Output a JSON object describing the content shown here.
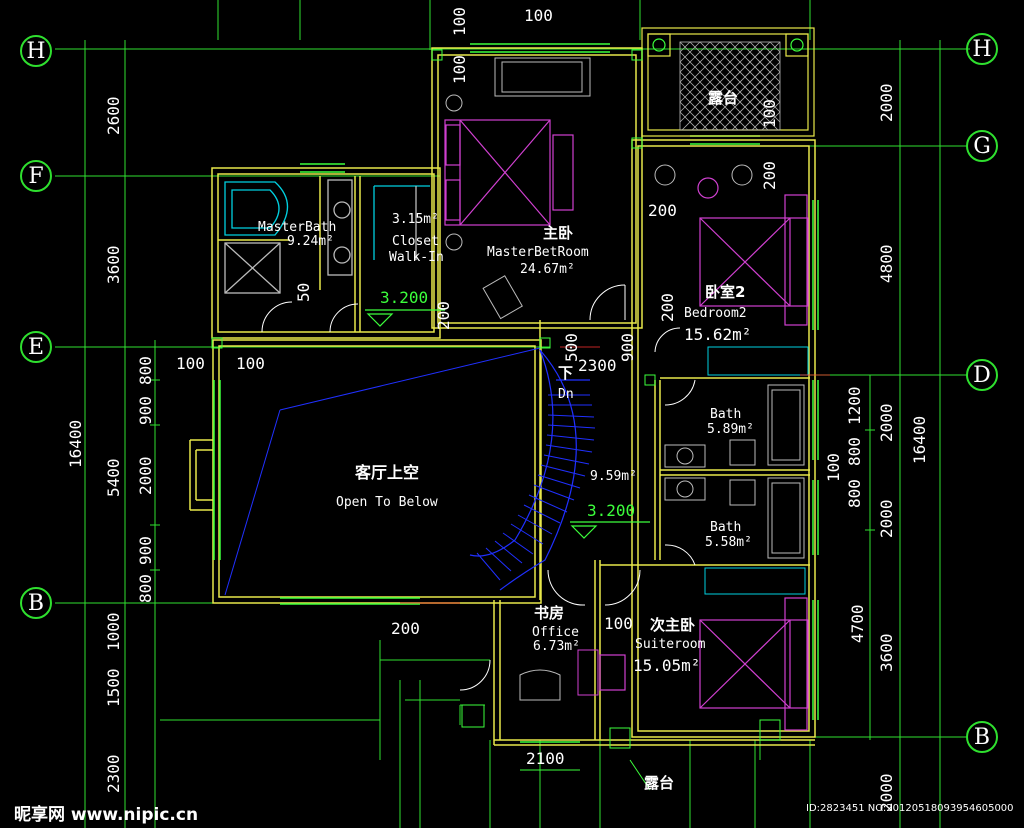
{
  "grid_axes": [
    "H",
    "F",
    "E",
    "B",
    "H",
    "G",
    "D",
    "B"
  ],
  "rooms": {
    "master_bath": {
      "name": "MasterBath",
      "area": "9.24m²"
    },
    "closet": {
      "area": "3.15m²",
      "name1": "Closet",
      "name2": "Walk-In"
    },
    "master_bedroom": {
      "cn": "主卧",
      "en": "MasterBetRoom",
      "area": "24.67m²"
    },
    "terrace_top": {
      "cn": "露台"
    },
    "bedroom2": {
      "cn": "卧室2",
      "en": "Bedroom2",
      "area": "15.62m²"
    },
    "bath1": {
      "en": "Bath",
      "area": "5.89m²"
    },
    "bath2": {
      "en": "Bath",
      "area": "5.58m²"
    },
    "living_void": {
      "cn": "客厅上空",
      "en": "Open To Below"
    },
    "hall": {
      "area": "9.59m²"
    },
    "office": {
      "cn": "书房",
      "en": "Office",
      "area": "6.73m²"
    },
    "suite": {
      "cn": "次主卧",
      "en": "Suiteroom",
      "area": "15.05m²"
    },
    "terrace_bottom": {
      "cn": "露台"
    },
    "stair_down": {
      "cn": "下",
      "en": "Dn"
    }
  },
  "levels": [
    "3.200",
    "3.200"
  ],
  "dimensions": {
    "top": "100",
    "left_outer": [
      "2600",
      "3600",
      "16400",
      "5400",
      "1000",
      "1500",
      "2300"
    ],
    "left_inner": [
      "800",
      "900",
      "2000",
      "900",
      "800"
    ],
    "right_outer": [
      "2000",
      "4800",
      "16400",
      "4700",
      "2000"
    ],
    "right_inner": [
      "1200",
      "2000",
      "800",
      "800",
      "2000",
      "3600"
    ],
    "misc": [
      "100",
      "100",
      "100",
      "100",
      "200",
      "200",
      "50",
      "200",
      "500",
      "900",
      "2300",
      "200",
      "100",
      "100",
      "200",
      "2100",
      "100",
      "100"
    ]
  },
  "watermark": {
    "site": "昵享网 www.nipic.cn",
    "id": "ID:2823451 NO:20120518093954605000"
  }
}
